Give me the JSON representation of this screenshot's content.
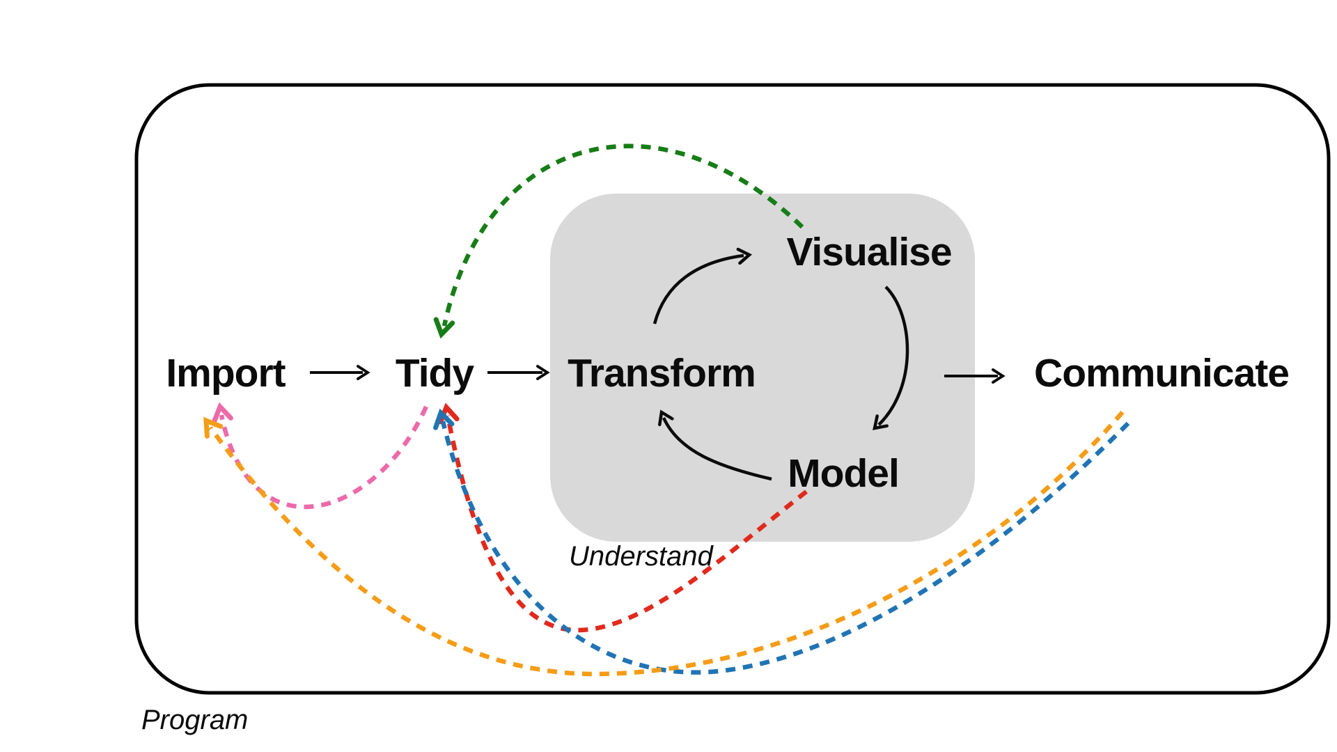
{
  "diagram": {
    "nodes": {
      "import": {
        "label": "Import"
      },
      "tidy": {
        "label": "Tidy"
      },
      "transform": {
        "label": "Transform"
      },
      "visualise": {
        "label": "Visualise"
      },
      "model": {
        "label": "Model"
      },
      "communicate": {
        "label": "Communicate"
      }
    },
    "regions": {
      "understand": {
        "label": "Understand"
      },
      "program": {
        "label": "Program"
      }
    },
    "edges": [
      {
        "from": "import",
        "to": "tidy",
        "style": "solid",
        "color": "black"
      },
      {
        "from": "tidy",
        "to": "transform",
        "style": "solid",
        "color": "black"
      },
      {
        "from": "transform",
        "to": "visualise",
        "style": "solid",
        "color": "black"
      },
      {
        "from": "visualise",
        "to": "model",
        "style": "solid",
        "color": "black"
      },
      {
        "from": "model",
        "to": "transform",
        "style": "solid",
        "color": "black"
      },
      {
        "from": "understand",
        "to": "communicate",
        "style": "solid",
        "color": "black"
      },
      {
        "from": "visualise",
        "to": "tidy",
        "style": "dashed",
        "color": "green"
      },
      {
        "from": "tidy",
        "to": "import",
        "style": "dashed",
        "color": "pink"
      },
      {
        "from": "model",
        "to": "tidy",
        "style": "dashed",
        "color": "red"
      },
      {
        "from": "communicate",
        "to": "tidy",
        "style": "dashed",
        "color": "blue"
      },
      {
        "from": "communicate",
        "to": "import",
        "style": "dashed",
        "color": "orange"
      }
    ],
    "colors": {
      "green": "#177d17",
      "pink": "#ec6aaa",
      "orange": "#f59c18",
      "red": "#e02a1d",
      "blue": "#2174b4",
      "panel": "#d9d9d9",
      "outline": "#000000",
      "text": "#0b0b0b"
    }
  }
}
